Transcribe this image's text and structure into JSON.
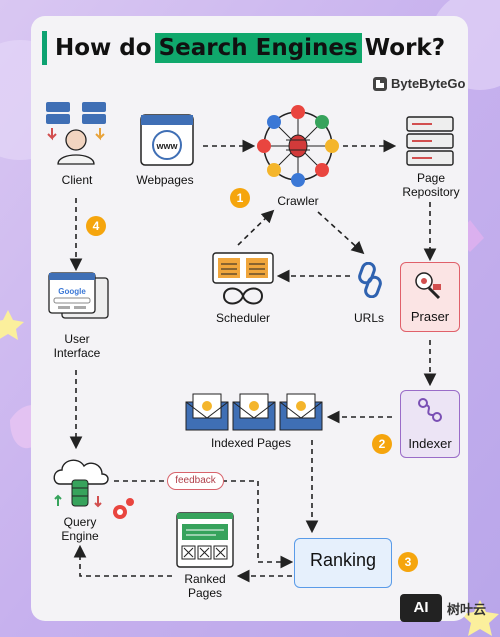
{
  "header": {
    "title_before": "How do",
    "title_highlight": "Search Engines",
    "title_after": "Work?"
  },
  "brand": {
    "name": "ByteByteGo"
  },
  "nodes": {
    "client": "Client",
    "webpages": "Webpages",
    "crawler": "Crawler",
    "page_repository_line1": "Page",
    "page_repository_line2": "Repository",
    "scheduler": "Scheduler",
    "urls": "URLs",
    "praser": "Praser",
    "user_interface_line1": "User",
    "user_interface_line2": "Interface",
    "indexed_pages": "Indexed Pages",
    "indexer": "Indexer",
    "query_engine_line1": "Query",
    "query_engine_line2": "Engine",
    "ranking": "Ranking",
    "ranked_pages_line1": "Ranked",
    "ranked_pages_line2": "Pages",
    "feedback": "feedback",
    "webpage_icon_text": "www",
    "google_text": "Google"
  },
  "steps": {
    "s1": "1",
    "s2": "2",
    "s3": "3",
    "s4": "4"
  },
  "watermark": {
    "ai": "AI",
    "text": "树叶云"
  },
  "colors": {
    "green": "#10a86c",
    "badge": "#f5a50d",
    "praser_bg": "#fbe4e4",
    "praser_border": "#e0606a",
    "indexer_bg": "#ece4f5",
    "indexer_border": "#9a6cc8",
    "ranking_border": "#5a9be8"
  }
}
